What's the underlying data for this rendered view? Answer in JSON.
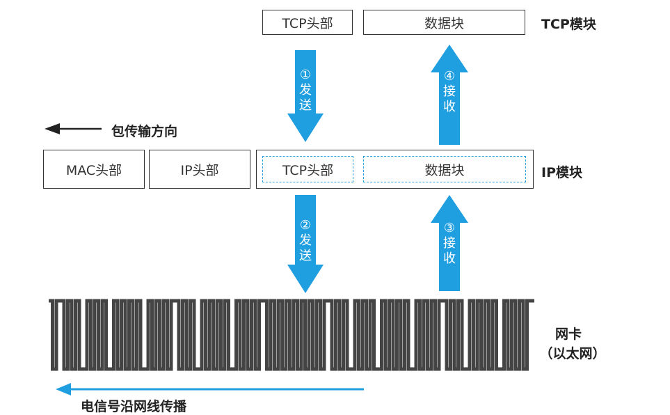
{
  "tcp_module": {
    "header": "TCP头部",
    "data_block": "数据块",
    "label": "TCP模块"
  },
  "ip_module": {
    "mac_header": "MAC头部",
    "ip_header": "IP头部",
    "tcp_header": "TCP头部",
    "data_block": "数据块",
    "label": "IP模块"
  },
  "packet_direction": "包传输方向",
  "steps": [
    {
      "num": "①",
      "text": [
        "发",
        "送"
      ]
    },
    {
      "num": "②",
      "text": [
        "发",
        "送"
      ]
    },
    {
      "num": "③",
      "text": [
        "接",
        "收"
      ]
    },
    {
      "num": "④",
      "text": [
        "接",
        "收"
      ]
    }
  ],
  "nic": {
    "line1": "网卡",
    "line2": "（以太网）"
  },
  "signal_direction": "电信号沿网线传播",
  "colors": {
    "arrow": "#1f9ee0",
    "dashed": "#29a0dc",
    "wave": "#444444"
  }
}
